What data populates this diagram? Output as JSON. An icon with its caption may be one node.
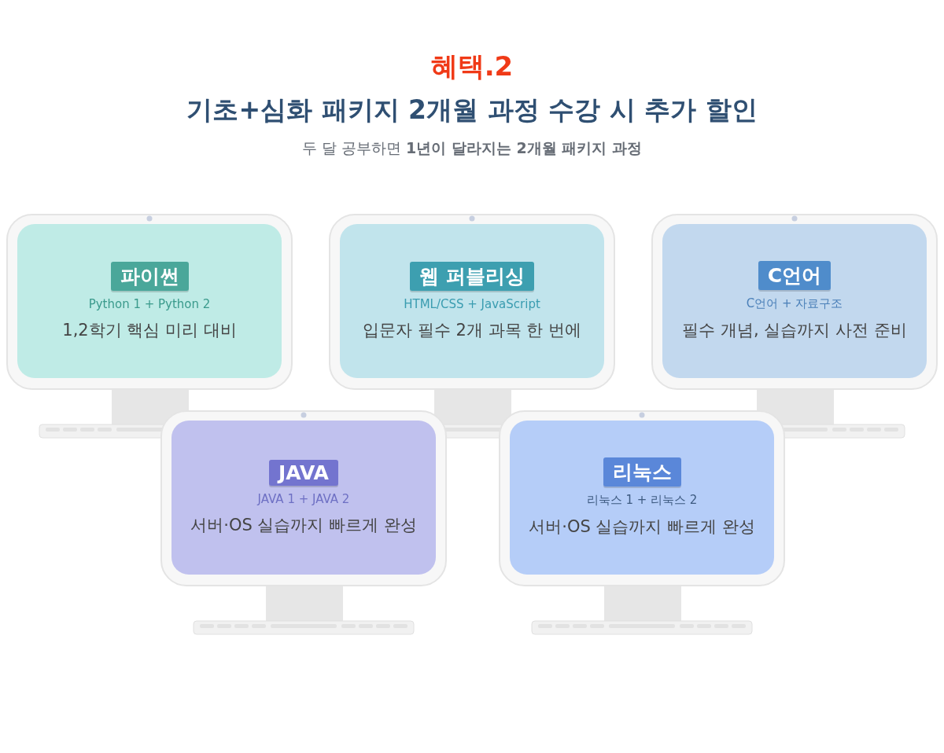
{
  "diagram": {
    "title": "기초+심화 패키지 2개월 과정 수강 시 추가 할인",
    "nodes": [
      {
        "text": [
          "파이썬",
          "Python 1 + Python 2",
          "1,2학기 핵심 미리 대비"
        ]
      },
      {
        "text": [
          "웹 퍼블리싱",
          "HTML/CSS + JavaScript",
          "입문자 필수 2개 과목 한 번에"
        ]
      },
      {
        "text": [
          "C언어",
          "C언어 + 자료구조",
          "필수 개념, 실습까지 사전 준비"
        ]
      },
      {
        "text": [
          "JAVA",
          "JAVA 1 + JAVA 2",
          "서버·OS 실습까지 빠르게 완성"
        ]
      },
      {
        "text": [
          "리눅스",
          "리눅스 1 + 리눅스 2",
          "서버·OS 실습까지 빠르게 완성"
        ]
      }
    ],
    "labels": [
      "혜택.2",
      "두 달 공부하면 **1년이 달라지는 2개월 패키지 과정**"
    ]
  }
}
